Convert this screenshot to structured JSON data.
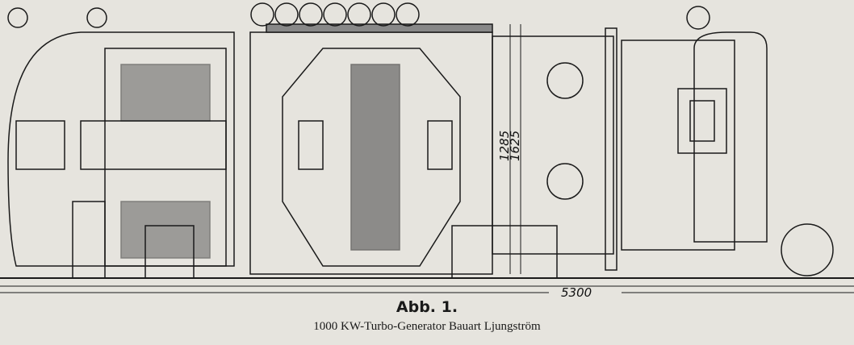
{
  "figure": {
    "number_label": "Abb. 1.",
    "caption": "1000 KW-Turbo-Generator Bauart Ljungström",
    "dimensions": {
      "overall_length": "5300",
      "height_inner": "1285",
      "height_outer": "1625"
    }
  },
  "colors": {
    "paper": "#e6e4de",
    "ink": "#1a1a1a"
  }
}
